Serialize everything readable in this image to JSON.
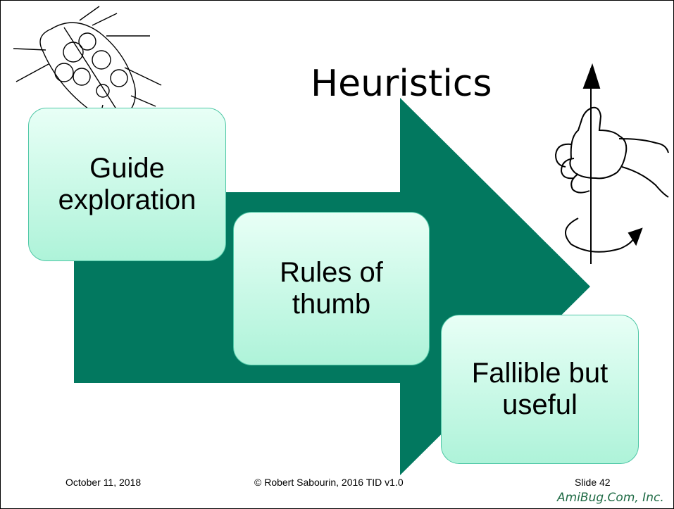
{
  "slide": {
    "title": "Heuristics",
    "boxes": [
      {
        "line1": "Guide",
        "line2": "exploration"
      },
      {
        "line1": "Rules of",
        "line2": "thumb"
      },
      {
        "line1": "Fallible but",
        "line2": "useful"
      }
    ],
    "footer": {
      "date": "October 11, 2018",
      "copyright": "© Robert Sabourin, 2016 TID v1.0",
      "slide_number": "Slide 42"
    },
    "brand": "AmiBug.Com, Inc."
  },
  "colors": {
    "arrow": "#02785f",
    "box_top": "#e8fff6",
    "box_bottom": "#aef3d9",
    "box_border": "#4fc7a6",
    "brand": "#1f6b45"
  },
  "icons": [
    "ladybug-icon",
    "right-hand-rule-icon"
  ]
}
